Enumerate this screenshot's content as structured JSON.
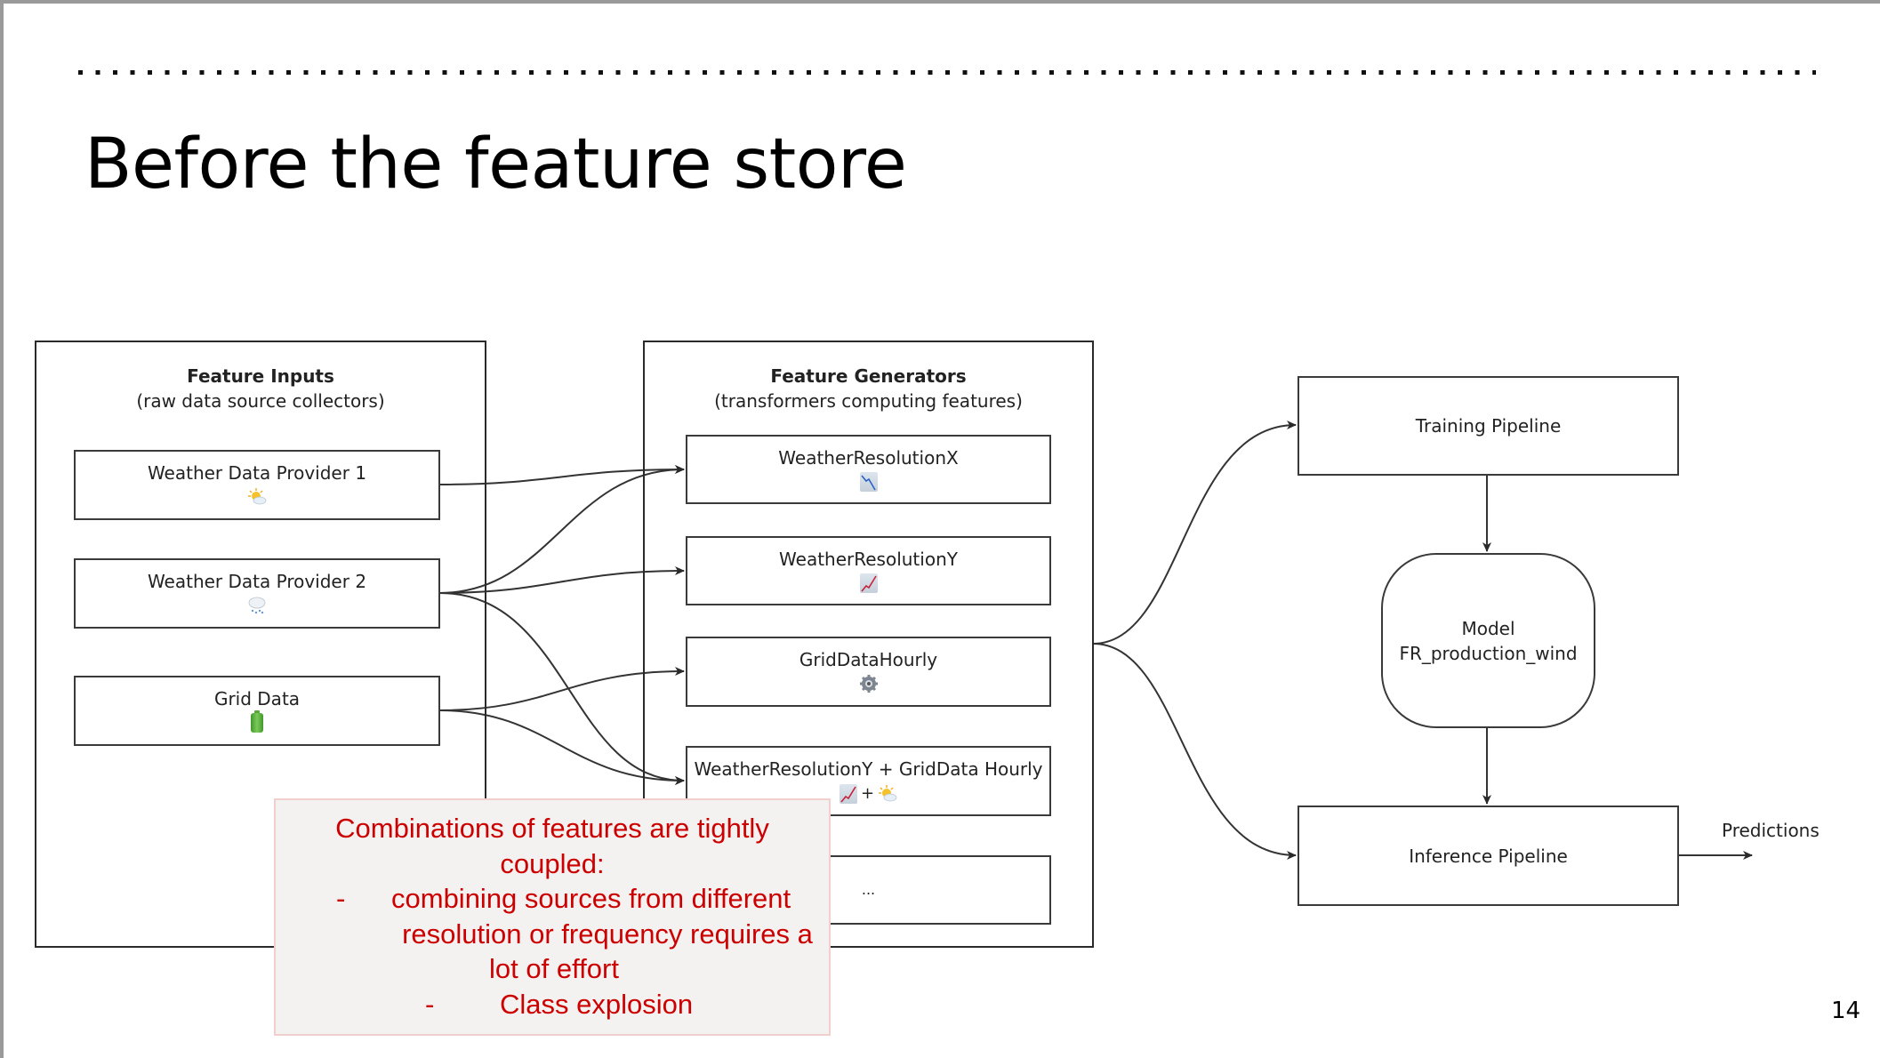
{
  "slide": {
    "title": "Before the feature store",
    "page_number": "14"
  },
  "feature_inputs": {
    "title": "Feature Inputs",
    "subtitle": "(raw data source collectors)",
    "items": [
      {
        "label": "Weather Data Provider 1",
        "icon": "sun-behind-cloud-icon"
      },
      {
        "label": "Weather Data Provider 2",
        "icon": "cloud-with-snow-icon"
      },
      {
        "label": "Grid Data",
        "icon": "battery-icon"
      }
    ]
  },
  "feature_generators": {
    "title": "Feature Generators",
    "subtitle": "(transformers computing features)",
    "items": [
      {
        "label": "WeatherResolutionX",
        "icons": [
          "chart-decreasing-icon"
        ]
      },
      {
        "label": "WeatherResolutionY",
        "icons": [
          "chart-increasing-icon"
        ]
      },
      {
        "label": "GridDataHourly",
        "icons": [
          "gear-icon"
        ]
      },
      {
        "label": "WeatherResolutionY + GridData Hourly",
        "icons": [
          "chart-increasing-icon",
          "sun-behind-cloud-icon"
        ],
        "joiner": "+"
      },
      {
        "label": "...",
        "icons": []
      }
    ]
  },
  "connections": [
    {
      "from": "Weather Data Provider 1",
      "to": "WeatherResolutionX"
    },
    {
      "from": "Weather Data Provider 2",
      "to": "WeatherResolutionX"
    },
    {
      "from": "Weather Data Provider 2",
      "to": "WeatherResolutionY"
    },
    {
      "from": "Weather Data Provider 2",
      "to": "WeatherResolutionY + GridData Hourly"
    },
    {
      "from": "Grid Data",
      "to": "GridDataHourly"
    },
    {
      "from": "Grid Data",
      "to": "WeatherResolutionY + GridData Hourly"
    },
    {
      "from": "Feature Generators",
      "to": "Training Pipeline"
    },
    {
      "from": "Feature Generators",
      "to": "Inference Pipeline"
    },
    {
      "from": "Training Pipeline",
      "to": "Model"
    },
    {
      "from": "Model",
      "to": "Inference Pipeline"
    },
    {
      "from": "Inference Pipeline",
      "to": "Predictions"
    }
  ],
  "pipeline": {
    "training": "Training Pipeline",
    "model_line1": "Model",
    "model_line2": "FR_production_wind",
    "inference": "Inference Pipeline",
    "output_label": "Predictions"
  },
  "callout": {
    "heading_line1": "Combinations of features are tightly",
    "heading_line2": "coupled:",
    "bullet_marker": "-",
    "bullets": [
      {
        "lines": [
          "combining sources from different",
          "resolution or frequency requires a",
          "lot of effort"
        ]
      },
      {
        "lines": [
          "Class explosion"
        ]
      }
    ],
    "text_color": "#cc0000",
    "background": "#f4f2f1",
    "border_color": "#f2cfcf"
  }
}
